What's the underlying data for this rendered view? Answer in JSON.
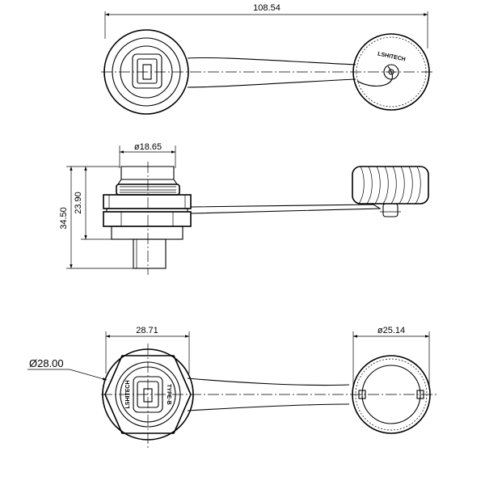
{
  "dimensions": {
    "overall_length": "108.54",
    "inner_diameter": "ø18.65",
    "height_total": "34.50",
    "height_body": "23.90",
    "nut_width": "28.71",
    "cap_diameter": "ø25.14",
    "flange_diameter": "Ø28.00"
  },
  "markings": {
    "brand": "LSHITECH",
    "connector_type": "TYPE-B"
  }
}
